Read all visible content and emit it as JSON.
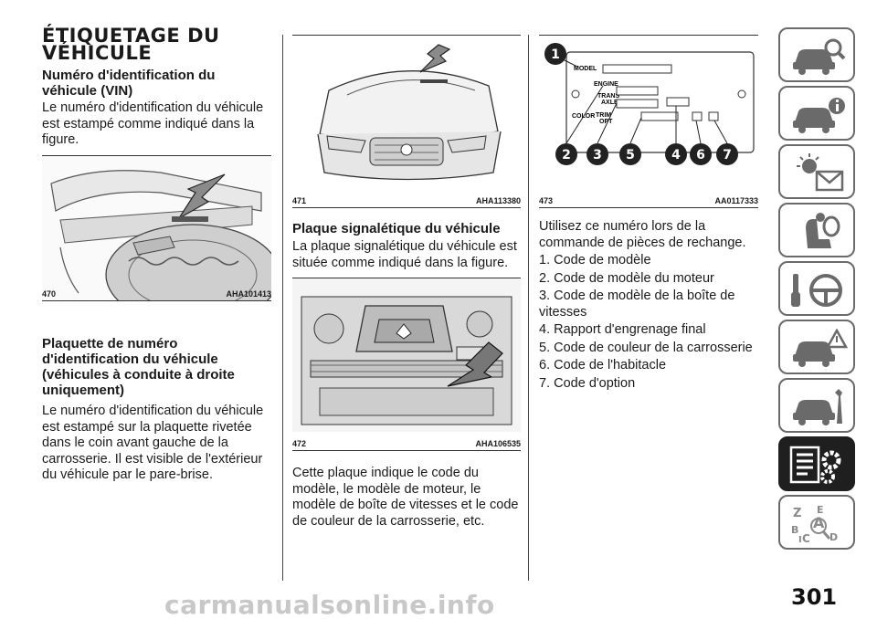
{
  "page": {
    "title": "ÉTIQUETAGE DU VÉHICULE",
    "number": "301",
    "watermark": "carmanualsonline.info"
  },
  "col1": {
    "heading1": "Numéro d'identification du véhicule (VIN)",
    "para1": "Le numéro d'identification du véhicule est estampé comme indiqué dans la figure.",
    "figure1": {
      "num": "470",
      "code": "AHA101413"
    },
    "heading2": "Plaquette de numéro d'identification du véhicule (véhicules à conduite à droite uniquement)",
    "para2": "Le numéro d'identification du véhicule est estampé sur la plaquette rivetée dans le coin avant gauche de la carrosserie. Il est visible de l'extérieur du véhicule par le pare-brise."
  },
  "col2": {
    "figure1": {
      "num": "471",
      "code": "AHA113380"
    },
    "heading1": "Plaque signalétique du véhicule",
    "para1": "La plaque signalétique du véhicule est située comme indiqué dans la figure.",
    "figure2": {
      "num": "472",
      "code": "AHA106535"
    },
    "para2": "Cette plaque indique le code du modèle, le modèle de moteur, le modèle de boîte de vitesses et le code de couleur de la carrosserie, etc."
  },
  "col3": {
    "figure1": {
      "num": "473",
      "code": "AA0117333",
      "labels": {
        "model": "MODEL",
        "engine": "ENGINE",
        "trans1": "TRANS",
        "trans2": "AXLE",
        "color": "COLOR",
        "trim1": "TRIM",
        "trim2": "OPT"
      },
      "callouts": [
        "1",
        "2",
        "3",
        "5",
        "4",
        "6",
        "7"
      ]
    },
    "intro": "Utilisez ce numéro lors de la commande de pièces de rechange.",
    "items": [
      "1. Code de modèle",
      "2. Code de modèle du moteur",
      "3. Code de modèle de la boîte de vitesses",
      "4. Rapport d'engrenage final",
      "5. Code de couleur de la carrosserie",
      "6. Code de l'habitacle",
      "7. Code d'option"
    ]
  },
  "sidebar": {
    "tabs": [
      {
        "icon": "car-search-icon"
      },
      {
        "icon": "car-info-icon"
      },
      {
        "icon": "warning-lights-icon"
      },
      {
        "icon": "airbag-seat-icon"
      },
      {
        "icon": "key-steering-icon"
      },
      {
        "icon": "car-warning-icon"
      },
      {
        "icon": "car-service-icon"
      },
      {
        "icon": "specs-gear-icon"
      },
      {
        "icon": "index-letters-icon"
      }
    ],
    "active_index": 7,
    "index_letters": [
      "Z",
      "E",
      "A",
      "B",
      "C",
      "D",
      "I"
    ]
  },
  "colors": {
    "text": "#1a1a1a",
    "sidebar_border": "#6a6a6a",
    "sidebar_active": "#1f1f1f"
  }
}
